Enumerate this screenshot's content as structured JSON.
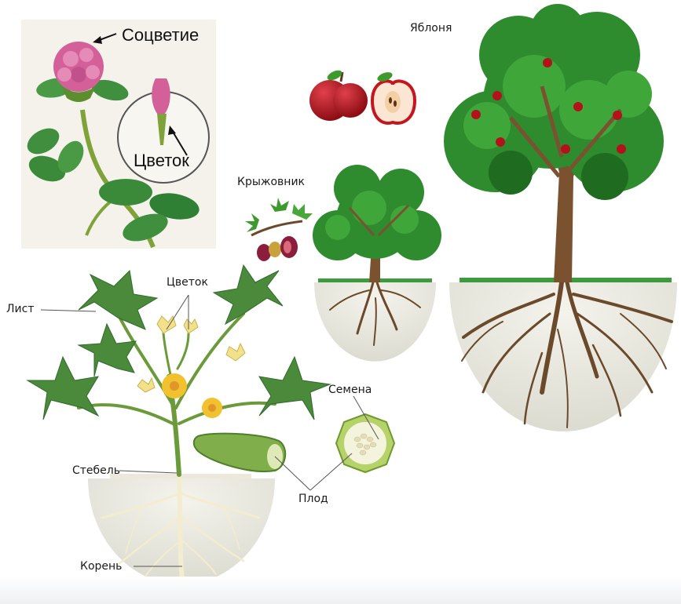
{
  "clover": {
    "inflorescence_label": "Соцветие",
    "flower_label": "Цветок"
  },
  "apple_tree": {
    "title": "Яблоня"
  },
  "gooseberry": {
    "title": "Крыжовник"
  },
  "zucchini": {
    "leaf_label": "Лист",
    "flower_label": "Цветок",
    "seeds_label": "Семена",
    "stem_label": "Стебель",
    "fruit_label": "Плод",
    "root_label": "Корень"
  },
  "colors": {
    "leaf_green": "#2e8b2e",
    "dark_green": "#1f6b1f",
    "trunk_brown": "#7a5230",
    "root_brown": "#6b4a2b",
    "soil": "#e8e6dc",
    "apple_red": "#b3121b",
    "clover_pink": "#d4609a",
    "zucchini_green": "#7fae4a",
    "zucchini_flower": "#f2c12e",
    "root_cream": "#f3eccf"
  },
  "icons": [
    "clover-plant",
    "apple-fruit",
    "apple-half",
    "gooseberry-branch",
    "zucchini-plant",
    "seed-cross-section"
  ]
}
